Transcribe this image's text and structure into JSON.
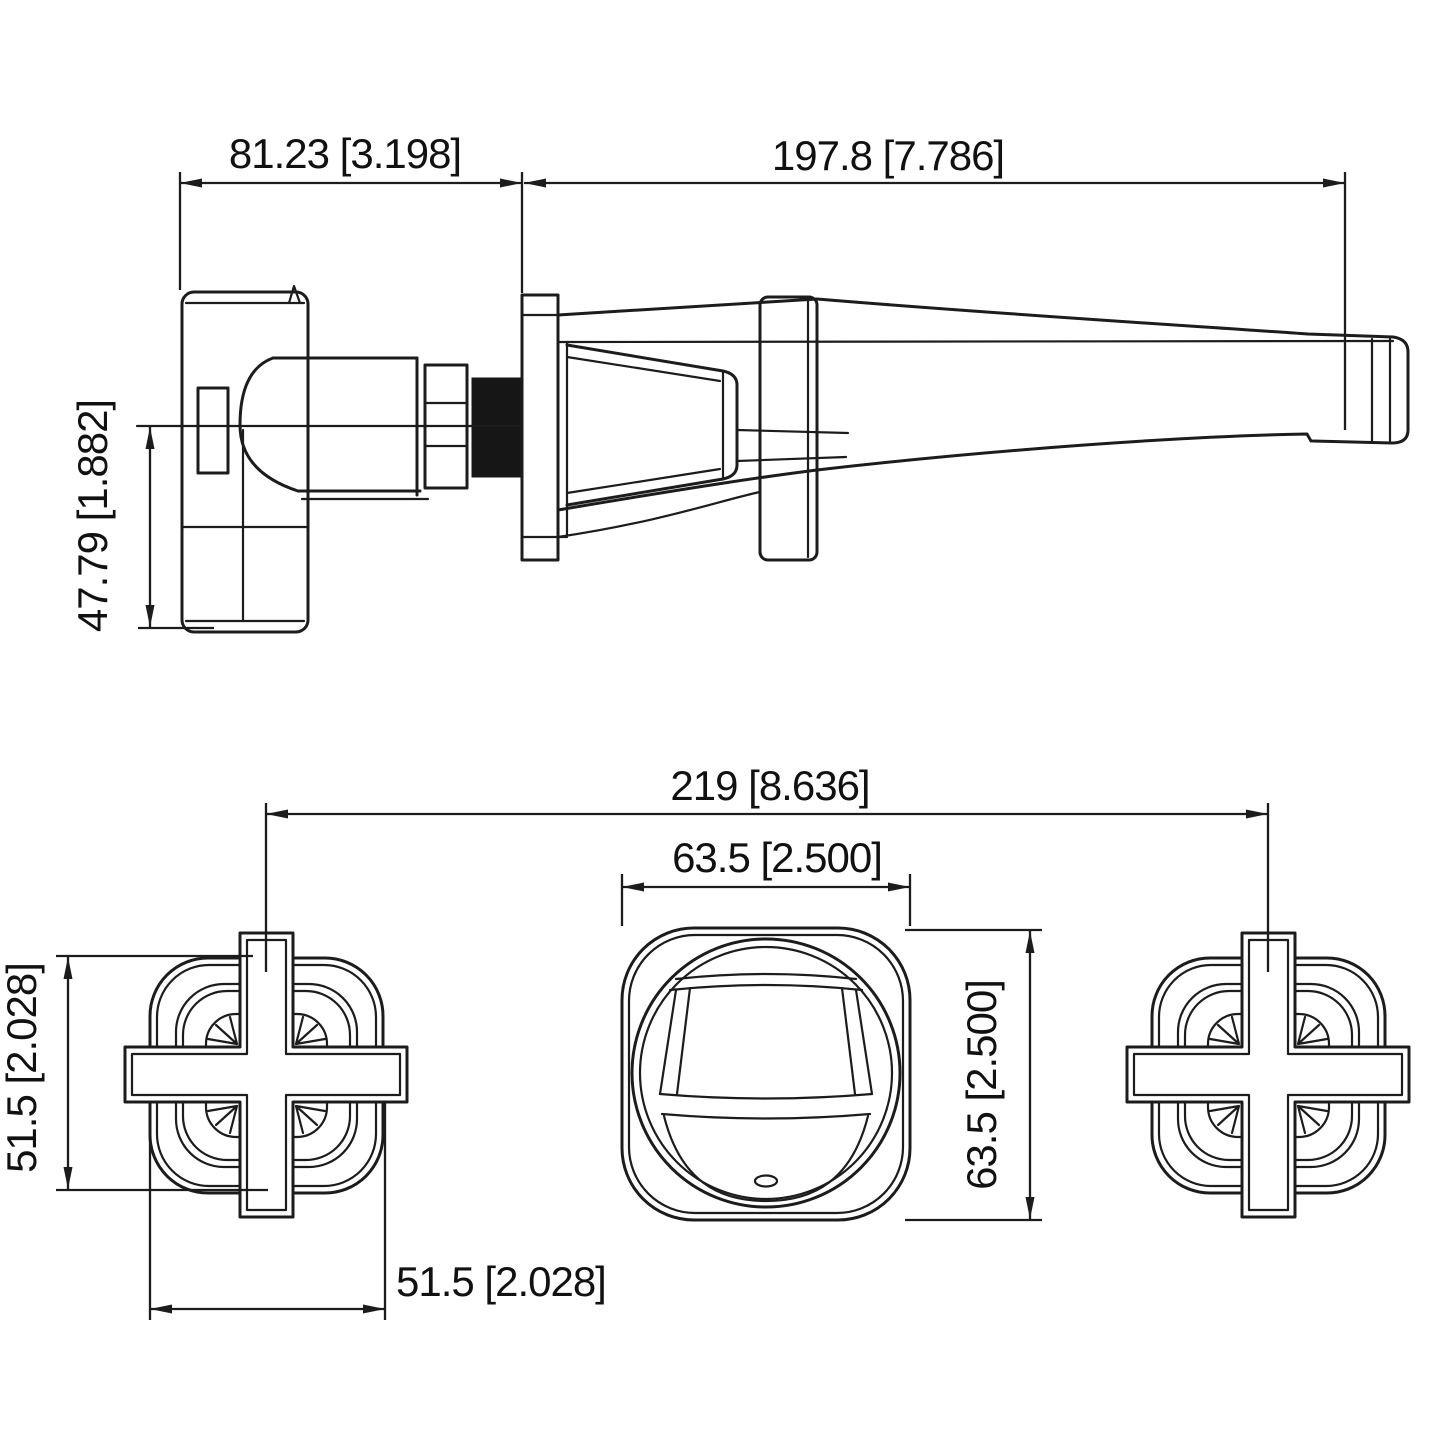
{
  "drawing": {
    "type": "technical-dimension-drawing",
    "subject": "wall-mount-faucet-two-cross-handles-and-spout",
    "colors": {
      "line": "#1c1c1c",
      "background": "#ffffff"
    },
    "side_view": {
      "handle_projection": "81.23 [3.198]",
      "spout_reach": "197.8 [7.786]",
      "handle_drop": "47.79 [1.882]"
    },
    "front_view": {
      "handle_spread": "219 [8.636]",
      "spout_escutcheon_width": "63.5 [2.500]",
      "spout_escutcheon_height": "63.5 [2.500]",
      "handle_escutcheon_height": "51.5 [2.028]",
      "handle_escutcheon_width": "51.5 [2.028]"
    }
  }
}
